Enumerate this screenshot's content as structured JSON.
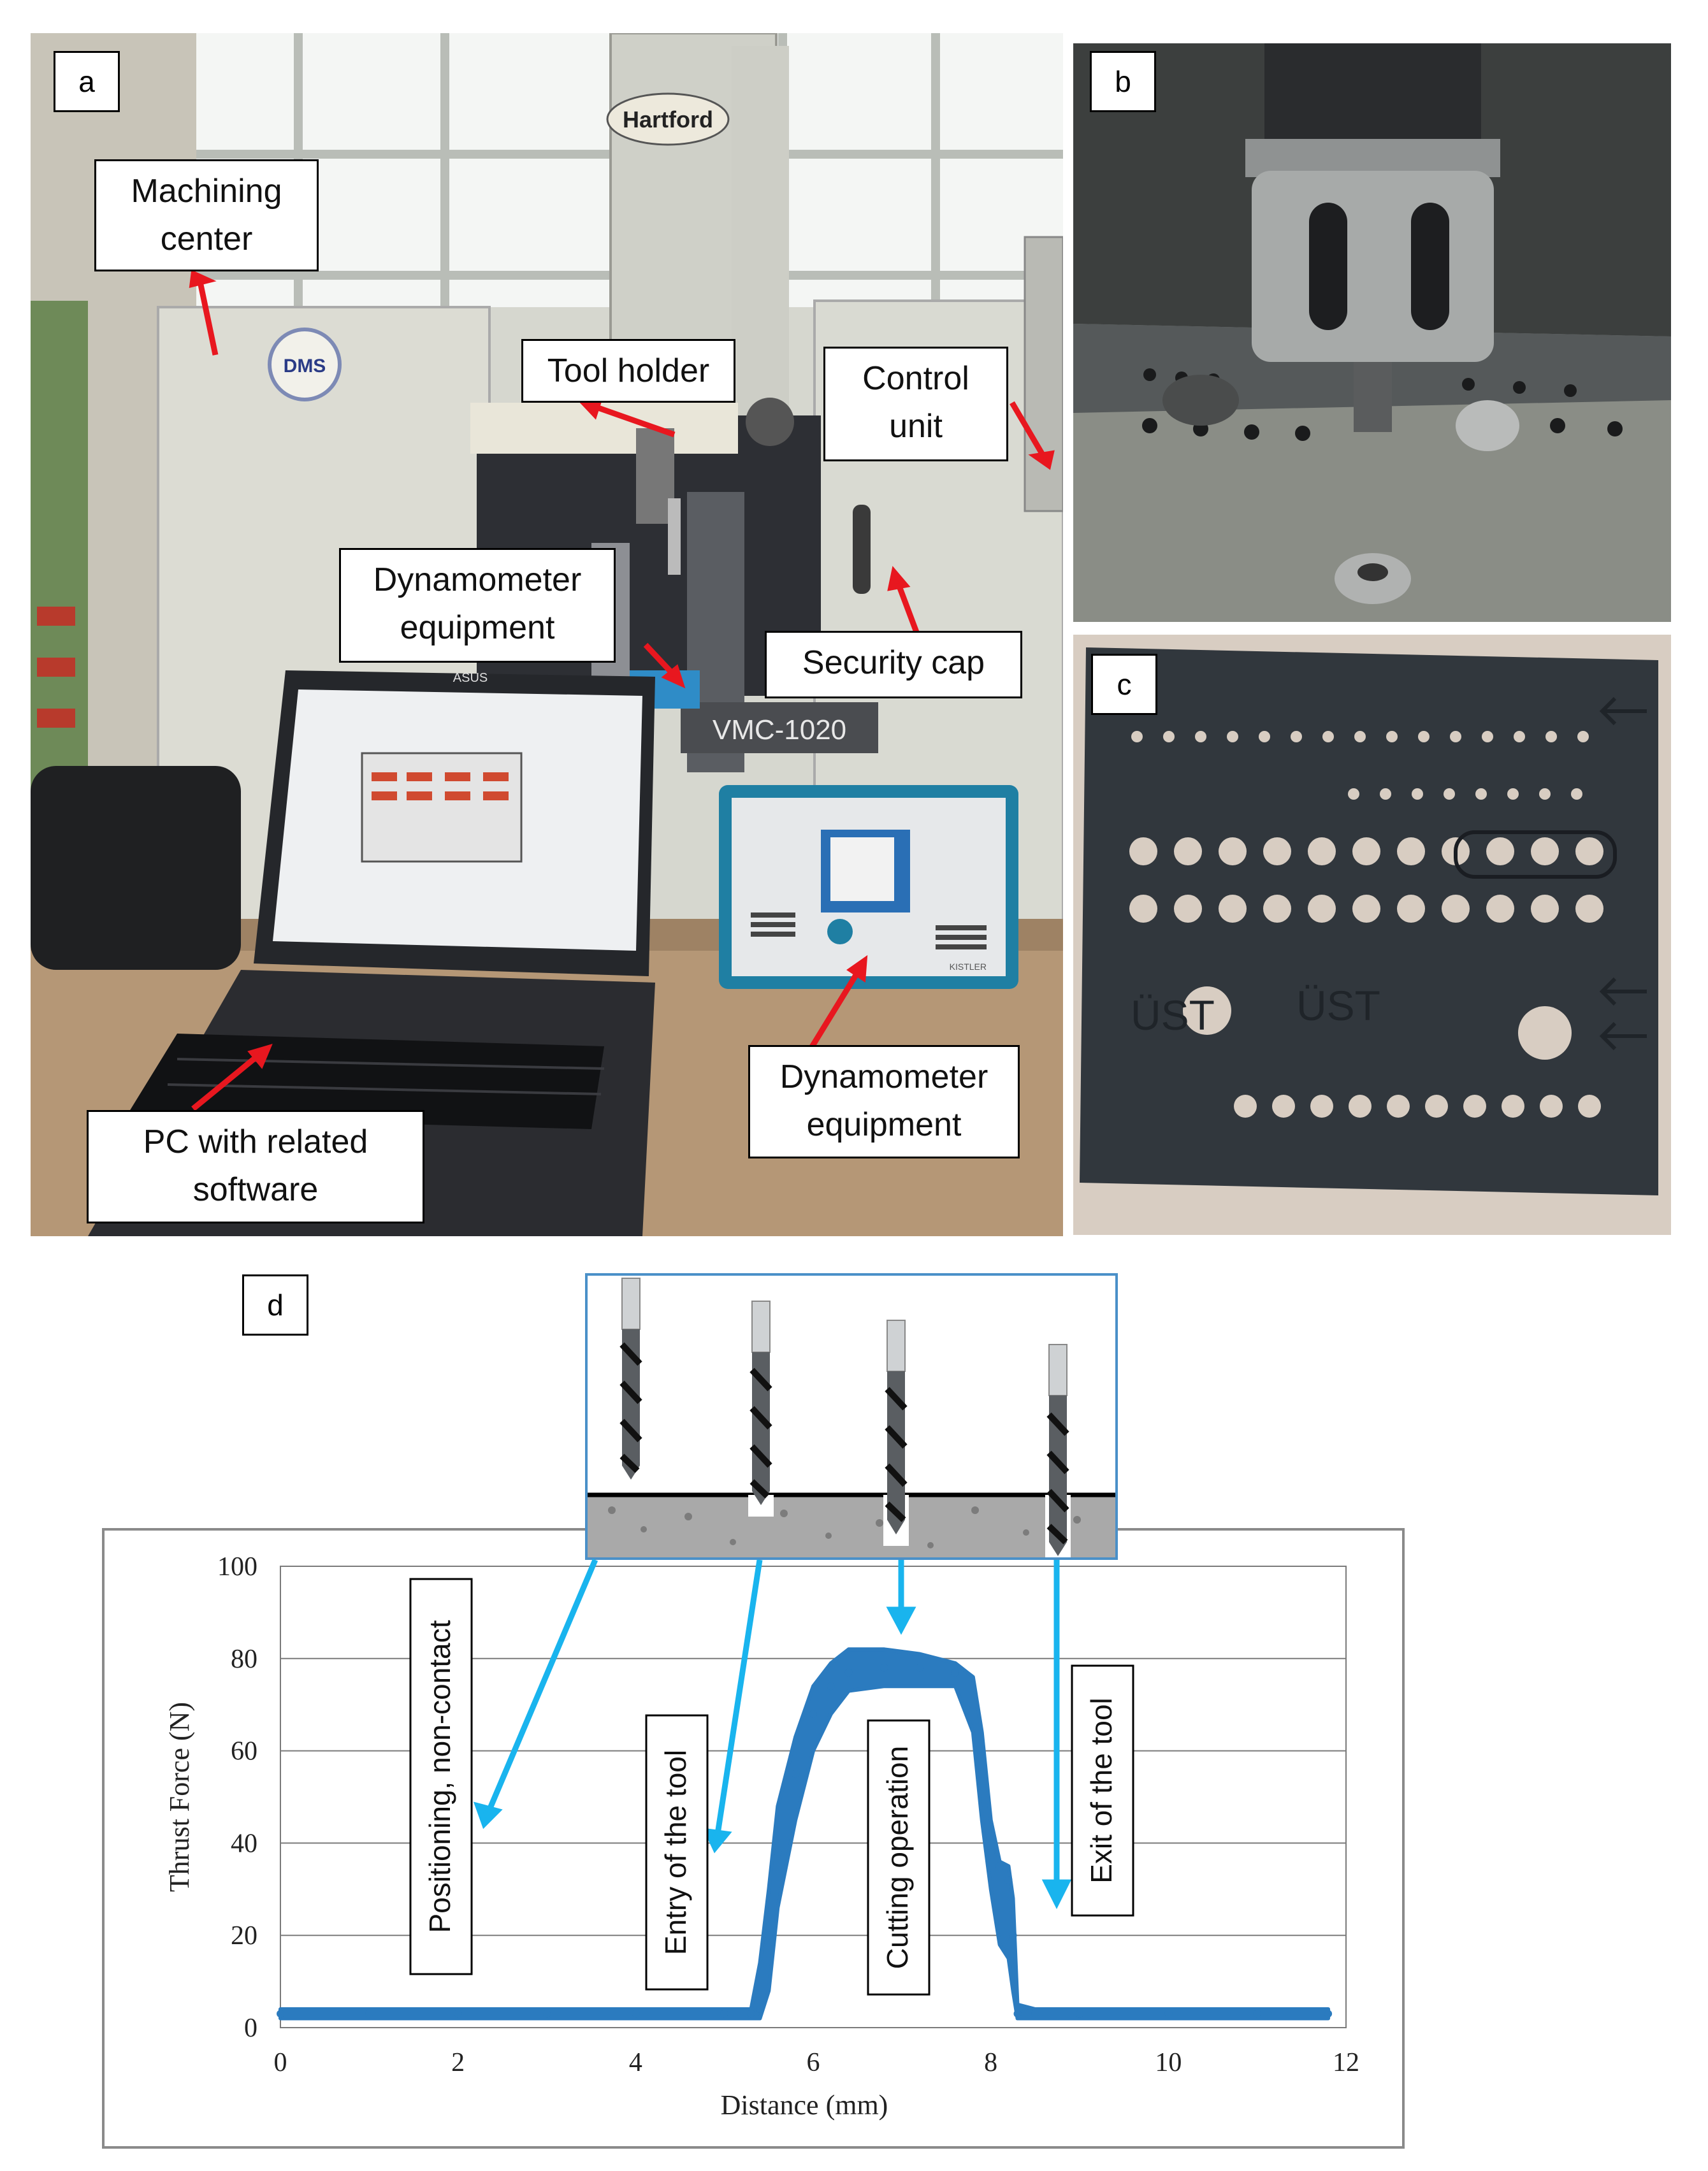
{
  "panels": {
    "a": {
      "letter": "a",
      "labels": {
        "machining_center": "Machining center",
        "tool_holder": "Tool holder",
        "control_unit": "Control unit",
        "dynamometer_top": "Dynamometer equipment",
        "security_cap": "Security cap",
        "dynamometer_bottom": "Dynamometer equipment",
        "pc_software": "PC with related software"
      },
      "machine_brand": "Hartford",
      "machine_model": "VMC-1020",
      "cover_brand": "DMS",
      "laptop_brand": "ASUS",
      "device_brand": "KISTLER"
    },
    "b": {
      "letter": "b"
    },
    "c": {
      "letter": "c",
      "plate_marks": [
        "ÜST",
        "ÜST"
      ]
    },
    "d": {
      "letter": "d",
      "annotations": {
        "positioning": "Positioning,  non-contact",
        "entry": "Entry of the tool",
        "cutting": "Cutting operation",
        "exit": "Exit of the tool"
      }
    }
  },
  "colors": {
    "arrow_red": "#e8171f",
    "callout_blue": "#19b4ee",
    "series_blue": "#2b7bbf"
  },
  "chart_data": {
    "type": "scatter",
    "title": "",
    "xlabel": "Distance (mm)",
    "ylabel": "Thrust Force (N)",
    "xlim": [
      0,
      12
    ],
    "ylim": [
      0,
      100
    ],
    "xticks": [
      0,
      2,
      4,
      6,
      8,
      10,
      12
    ],
    "yticks": [
      0,
      20,
      40,
      60,
      80,
      100
    ],
    "grid": "horizontal",
    "series": [
      {
        "x": [
          0,
          1,
          2,
          3,
          4,
          5,
          5.3,
          5.4,
          5.5,
          5.6,
          5.8,
          6.0,
          6.2,
          6.4,
          6.8,
          7.2,
          7.6,
          7.8,
          7.9,
          8.0,
          8.1,
          8.2,
          8.25,
          8.3,
          8.5,
          9,
          10,
          11,
          11.8
        ],
        "y": [
          3,
          3,
          3,
          3,
          3,
          3,
          3,
          4,
          20,
          38,
          55,
          68,
          74,
          77,
          78,
          78,
          77,
          70,
          55,
          38,
          35,
          32,
          20,
          3,
          3,
          3,
          3,
          3,
          3
        ],
        "upper": [
          4,
          4,
          4,
          4,
          4,
          4,
          4,
          14,
          30,
          48,
          63,
          74,
          79,
          82,
          82,
          81,
          79,
          76,
          64,
          45,
          36,
          35,
          28,
          5,
          4,
          4,
          4,
          4,
          4
        ],
        "lower": [
          2,
          2,
          2,
          2,
          2,
          2,
          2,
          2,
          8,
          26,
          45,
          60,
          68,
          73,
          74,
          74,
          74,
          64,
          45,
          30,
          18,
          15,
          8,
          2,
          2,
          2,
          2,
          2,
          2
        ]
      }
    ]
  }
}
